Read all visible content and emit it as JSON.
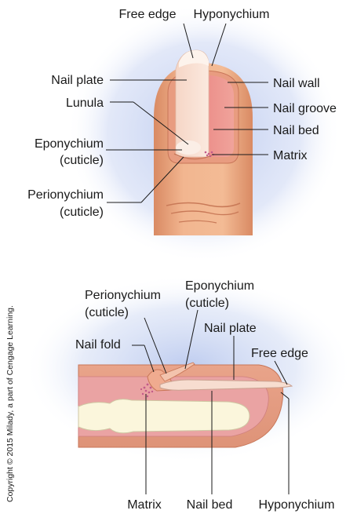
{
  "top_figure": {
    "labels": {
      "free_edge": "Free edge",
      "hyponychium": "Hyponychium",
      "nail_plate": "Nail plate",
      "nail_wall": "Nail wall",
      "lunula": "Lunula",
      "nail_groove": "Nail groove",
      "nail_bed": "Nail bed",
      "eponychium_line1": "Eponychium",
      "eponychium_line2": "(cuticle)",
      "matrix": "Matrix",
      "perionychium_line1": "Perionychium",
      "perionychium_line2": "(cuticle)"
    }
  },
  "bottom_figure": {
    "labels": {
      "eponychium_line1": "Eponychium",
      "eponychium_line2": "(cuticle)",
      "perionychium_line1": "Perionychium",
      "perionychium_line2": "(cuticle)",
      "nail_plate": "Nail plate",
      "nail_fold": "Nail fold",
      "free_edge": "Free edge",
      "matrix": "Matrix",
      "nail_bed": "Nail bed",
      "hyponychium": "Hyponychium"
    }
  },
  "copyright": "Copyright © 2015 Milady, a part of Cengage Learning.",
  "colors": {
    "skin": "#f2b690",
    "skin_shadow": "#d98a63",
    "nail_bed_pink": "#ec8f8a",
    "nail_plate": "#f7ddd0",
    "lunula": "#fbeee6",
    "background_glow": "#b9c8ee",
    "bone": "#fbf6dc",
    "tissue_pink": "#eaa3a3",
    "matrix_dots": "#c25b8a"
  }
}
